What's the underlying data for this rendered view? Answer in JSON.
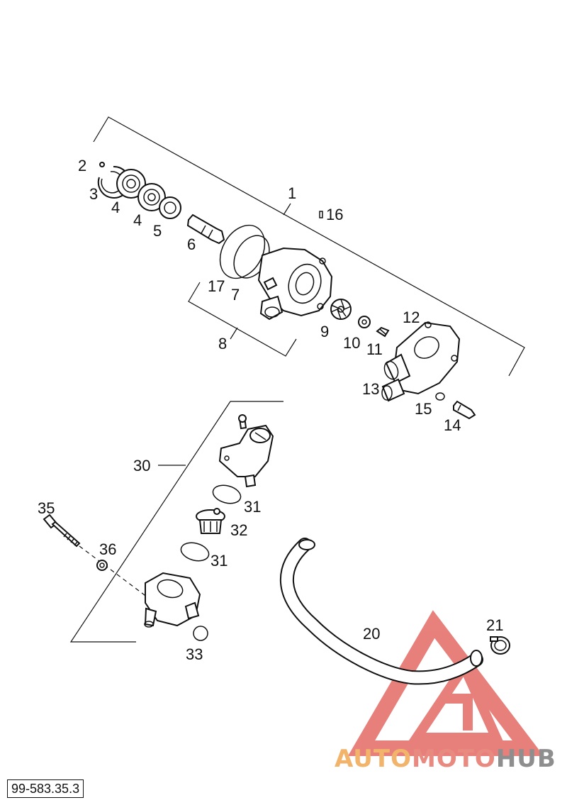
{
  "reference_number": "99-583.35.3",
  "logo": {
    "part1": "AUTO",
    "part2": "MOTO",
    "part3": "HUB",
    "color_red": "#e0554f",
    "color_orange": "#f2b36a",
    "color_gray": "#8e8e8e"
  },
  "callouts": {
    "c1": "1",
    "c2": "2",
    "c3": "3",
    "c4a": "4",
    "c4b": "4",
    "c5": "5",
    "c6": "6",
    "c7": "7",
    "c8": "8",
    "c9": "9",
    "c10": "10",
    "c11": "11",
    "c12": "12",
    "c13": "13",
    "c14": "14",
    "c15": "15",
    "c16": "16",
    "c17": "17",
    "c20": "20",
    "c21": "21",
    "c30": "30",
    "c31a": "31",
    "c31b": "31",
    "c32": "32",
    "c33": "33",
    "c35": "35",
    "c36": "36"
  }
}
